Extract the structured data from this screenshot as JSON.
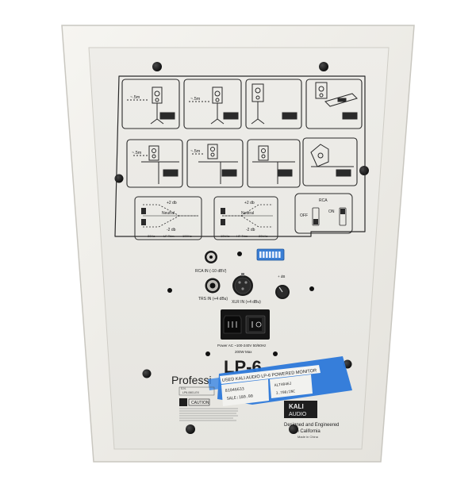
{
  "diagram_panel": {
    "top_row": [
      "~.5m",
      "~.5m",
      "",
      ""
    ],
    "mid_row": [
      "~.5m",
      "~.5m",
      "",
      ""
    ],
    "lf_eq": {
      "plus": "+2 db",
      "neutral": "Neutral",
      "minus": "-2 db",
      "f_lo": "20Hz",
      "trim": "LF Trim",
      "f_hi": "100Hz"
    },
    "hf_eq": {
      "plus": "+2 db",
      "neutral": "Neutral",
      "minus": "-2 db",
      "f_lo": "10kHz",
      "trim": "HF Trim",
      "f_hi": "20kHz"
    },
    "rca": {
      "title": "RCA",
      "off": "OFF",
      "on": "ON"
    }
  },
  "connectors": {
    "rca_in": "RCA IN (-10 dBV)",
    "trs_in": "TRS IN (+4 dBu)",
    "xlr_in": "XLR IN (+4 dBu)",
    "volume_label": "+ dB",
    "power": "Power AC ~100-240V 50/60Hz",
    "power_max": "200W Max"
  },
  "branding": {
    "model": "LP-6",
    "series_text": "Professi",
    "tape_text": "USED KALI AUDIO LP-6 POWERED MONITOR",
    "tag_left": "81046633",
    "tag_right": "ALT4046J",
    "tag_sale": "SALE:180.00",
    "tag_date": "3.700/2NC",
    "logo_line1": "KALI",
    "logo_line2": "AUDIO",
    "designed": "Designed and Engineered",
    "in_ca": "in California",
    "made_in": "Made in China",
    "caution": "CAUTION",
    "serial_label": "S.N.",
    "serial": "LP6-0601-EX"
  },
  "colors": {
    "panel": "#ecebe7",
    "bezel": "#f3f2ee",
    "tape": "#2c78d9",
    "dip": "#3a7fd5",
    "screw": "#161616"
  }
}
